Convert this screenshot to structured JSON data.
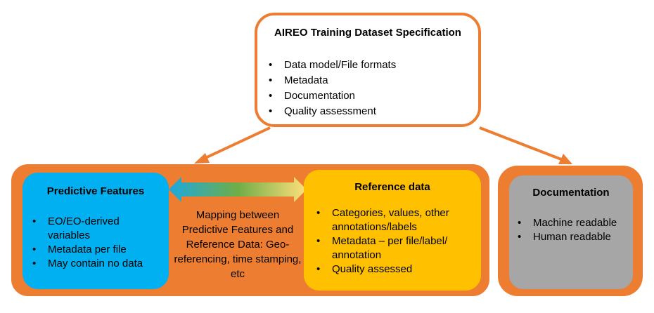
{
  "spec": {
    "title": "AIREO Training Dataset Specification",
    "items": [
      "Data model/File formats",
      "Metadata",
      "Documentation",
      "Quality assessment"
    ]
  },
  "predictive": {
    "title": "Predictive Features",
    "items": [
      "EO/EO-derived variables",
      "Metadata per file",
      "May contain no data"
    ]
  },
  "mapping": {
    "text": "Mapping between Predictive Features and Reference Data: Geo-referencing, time stamping, etc"
  },
  "reference": {
    "title": "Reference data",
    "items": [
      "Categories, values, other annotations/labels",
      "Metadata – per file/label/ annotation",
      "Quality assessed"
    ]
  },
  "documentation": {
    "title": "Documentation",
    "items": [
      "Machine readable",
      "Human readable"
    ]
  },
  "bullet_char": "•",
  "colors": {
    "orange": "#ED7D31",
    "blue": "#00B0F0",
    "yellow": "#FFC000",
    "gray": "#A6A6A6",
    "arrow_start": "#1BA9E0",
    "arrow_mid": "#70AD47",
    "arrow_end": "#FFE07A"
  }
}
